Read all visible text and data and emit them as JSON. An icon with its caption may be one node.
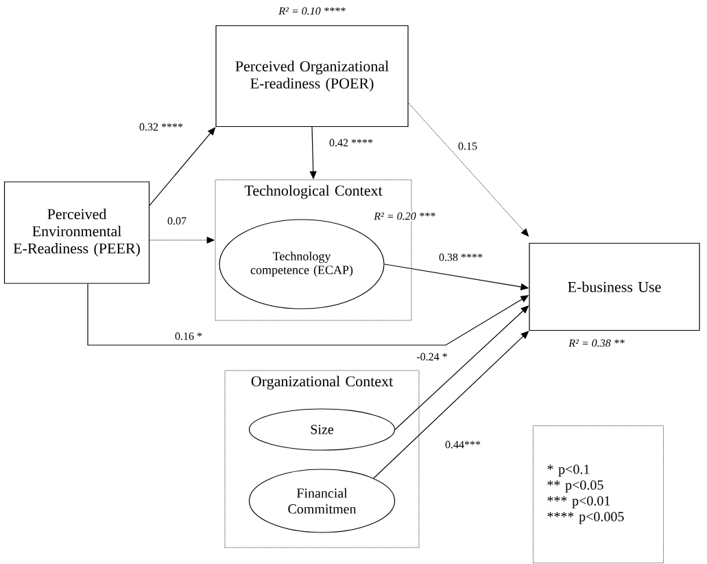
{
  "diagram": {
    "nodes": [
      {
        "text": [
          "Perceived Organizational E-readiness (POER)"
        ],
        "beside": [
          "R² = 0.10 ****"
        ]
      },
      {
        "text": [
          "Perceived Environmental E-Readiness (PEER)"
        ]
      },
      {
        "text": [
          "Technological Context"
        ]
      },
      {
        "text": [
          "Technology competence (ECAP)"
        ],
        "in": 2,
        "beside": [
          "R² = 0.20 ***"
        ]
      },
      {
        "text": [
          "E-business Use"
        ],
        "beside": [
          "R² = 0.38 **"
        ]
      },
      {
        "text": [
          "Organizational Context"
        ]
      },
      {
        "text": [
          "Size"
        ],
        "in": 5
      },
      {
        "text": [
          "Financial Commitmen"
        ],
        "in": 5
      },
      {
        "text": [
          "* p<0.1",
          "** p<0.05",
          "*** p<0.01",
          "**** p<0.005"
        ]
      }
    ],
    "edges": [
      {
        "from": 1,
        "to": 0,
        "arrow": "to",
        "label": "0.32 ****"
      },
      {
        "from": 0,
        "to": 2,
        "arrow": "to",
        "label": "0.42 ****"
      },
      {
        "from": 0,
        "to": 4,
        "arrow": "to",
        "label": "0.15",
        "style": "dashed"
      },
      {
        "from": 1,
        "to": 2,
        "arrow": "to",
        "label": "0.07",
        "style": "dashed"
      },
      {
        "from": 3,
        "to": 4,
        "arrow": "to",
        "label": "0.38 ****"
      },
      {
        "from": 1,
        "to": 4,
        "arrow": "to",
        "label": "0.16 *"
      },
      {
        "from": 6,
        "to": 4,
        "arrow": "to",
        "label": "-0.24 *"
      },
      {
        "from": 7,
        "to": 4,
        "arrow": "to",
        "label": "0.44***"
      }
    ]
  }
}
